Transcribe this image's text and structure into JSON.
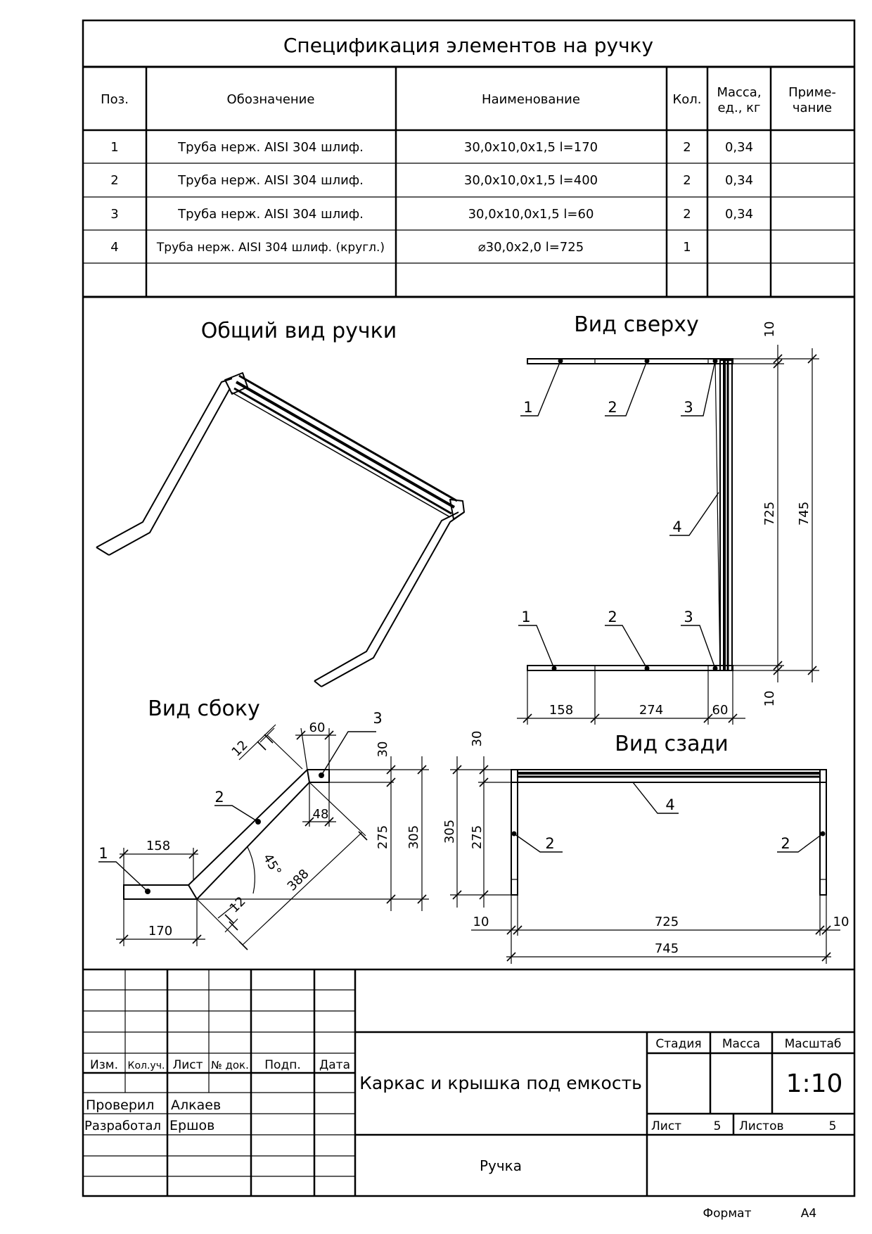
{
  "spec": {
    "title": "Спецификация элементов на ручку",
    "headers": {
      "pos": "Поз.",
      "designation": "Обозначение",
      "name": "Наименование",
      "qty": "Кол.",
      "mass_1": "Масса,",
      "mass_2": "ед., кг",
      "note_1": "Приме-",
      "note_2": "чание"
    },
    "rows": [
      {
        "pos": "1",
        "designation": "Труба нерж. AISI 304 шлиф.",
        "name": "30,0х10,0х1,5  l=170",
        "qty": "2",
        "mass": "0,34",
        "note": ""
      },
      {
        "pos": "2",
        "designation": "Труба нерж. AISI 304 шлиф.",
        "name": "30,0х10,0х1,5  l=400",
        "qty": "2",
        "mass": "0,34",
        "note": ""
      },
      {
        "pos": "3",
        "designation": "Труба нерж. AISI 304 шлиф.",
        "name": "30,0х10,0х1,5  l=60",
        "qty": "2",
        "mass": "0,34",
        "note": ""
      },
      {
        "pos": "4",
        "designation": "Труба нерж. AISI 304 шлиф. (кругл.)",
        "name": "⌀30,0х2,0  l=725",
        "qty": "1",
        "mass": "",
        "note": ""
      }
    ]
  },
  "views": {
    "general": "Общий вид ручки",
    "top": "Вид сверху",
    "side": "Вид сбоку",
    "back": "Вид сзади"
  },
  "top_view": {
    "callouts": [
      "1",
      "2",
      "3",
      "4",
      "1",
      "2",
      "3"
    ],
    "dims": {
      "d158": "158",
      "d274": "274",
      "d60": "60",
      "d725": "725",
      "d745": "745",
      "d10a": "10",
      "d10b": "10"
    }
  },
  "side_view": {
    "callouts": [
      "1",
      "2",
      "3"
    ],
    "dims": {
      "d158": "158",
      "d170": "170",
      "d60": "60",
      "d12a": "12",
      "d12b": "12",
      "d30": "30",
      "d275": "275",
      "d305": "305",
      "d48": "48",
      "d388": "388",
      "angle": "45°"
    }
  },
  "back_view": {
    "callouts": [
      "4",
      "2",
      "2"
    ],
    "dims": {
      "d30": "30",
      "d275": "275",
      "d305": "305",
      "d725": "725",
      "d745": "745",
      "d10l": "10",
      "d10r": "10"
    }
  },
  "title_block": {
    "col_izm": "Изм.",
    "col_kol": "Кол.уч.",
    "col_list": "Лист",
    "col_doc": "№ док.",
    "col_podp": "Подп.",
    "col_date": "Дата",
    "checked_label": "Проверил",
    "checked_name": "Алкаев",
    "developed_label": "Разработал",
    "developed_name": "Ершов",
    "doc_title": "Каркас и крышка под емкость",
    "part_name": "Ручка",
    "stage_label": "Стадия",
    "mass_label": "Масса",
    "scale_label": "Масштаб",
    "scale_value": "1:10",
    "sheet_label": "Лист",
    "sheet_value": "5",
    "sheets_label": "Листов",
    "sheets_value": "5"
  },
  "format": {
    "label": "Формат",
    "value": "А4"
  }
}
